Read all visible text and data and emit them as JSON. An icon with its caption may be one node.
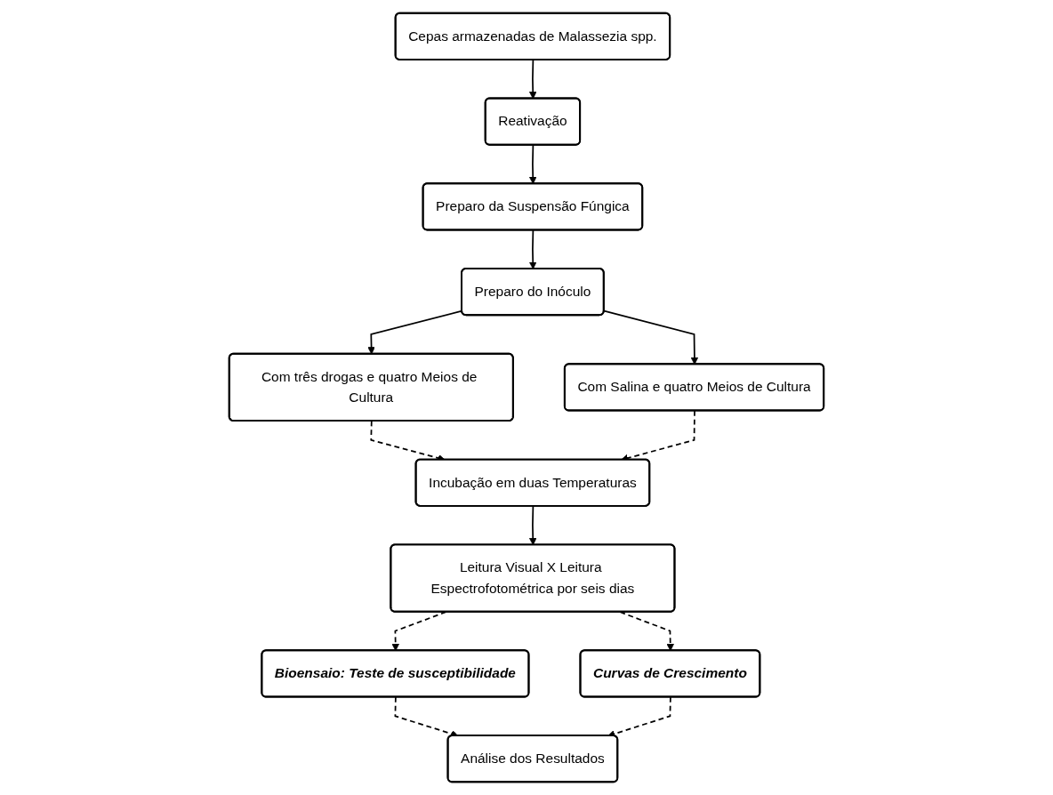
{
  "diagram": {
    "nodes": [
      {
        "text": [
          "Cepas armazenadas de Malassezia spp."
        ]
      },
      {
        "text": [
          "Reativação"
        ]
      },
      {
        "text": [
          "Preparo da Suspensão Fúngica"
        ]
      },
      {
        "text": [
          "Preparo do Inóculo"
        ]
      },
      {
        "text": [
          "Com três drogas e quatro Meios de Cultura"
        ]
      },
      {
        "text": [
          "Com Salina e quatro Meios de Cultura"
        ]
      },
      {
        "text": [
          "Incubação em duas Temperaturas"
        ]
      },
      {
        "text": [
          "Leitura Visual X Leitura Espectrofotométrica por seis dias"
        ]
      },
      {
        "text": [
          "Bioensaio: Teste de susceptibilidade"
        ]
      },
      {
        "text": [
          "Curvas de Crescimento"
        ]
      },
      {
        "text": [
          "Análise dos Resultados"
        ]
      }
    ],
    "edges": [
      {
        "from": 0,
        "to": 1,
        "arrow": "to"
      },
      {
        "from": 1,
        "to": 2,
        "arrow": "to"
      },
      {
        "from": 2,
        "to": 3,
        "arrow": "to"
      },
      {
        "from": 3,
        "to": 4,
        "arrow": "to"
      },
      {
        "from": 3,
        "to": 5,
        "arrow": "to"
      },
      {
        "from": 4,
        "to": 6,
        "arrow": "to",
        "style": "dashed"
      },
      {
        "from": 5,
        "to": 6,
        "arrow": "to",
        "style": "dashed"
      },
      {
        "from": 6,
        "to": 7,
        "arrow": "to"
      },
      {
        "from": 7,
        "to": 8,
        "arrow": "to",
        "style": "dashed"
      },
      {
        "from": 7,
        "to": 9,
        "arrow": "to",
        "style": "dashed"
      },
      {
        "from": 8,
        "to": 10,
        "arrow": "to",
        "style": "dashed"
      },
      {
        "from": 9,
        "to": 10,
        "arrow": "to",
        "style": "dashed"
      }
    ]
  }
}
